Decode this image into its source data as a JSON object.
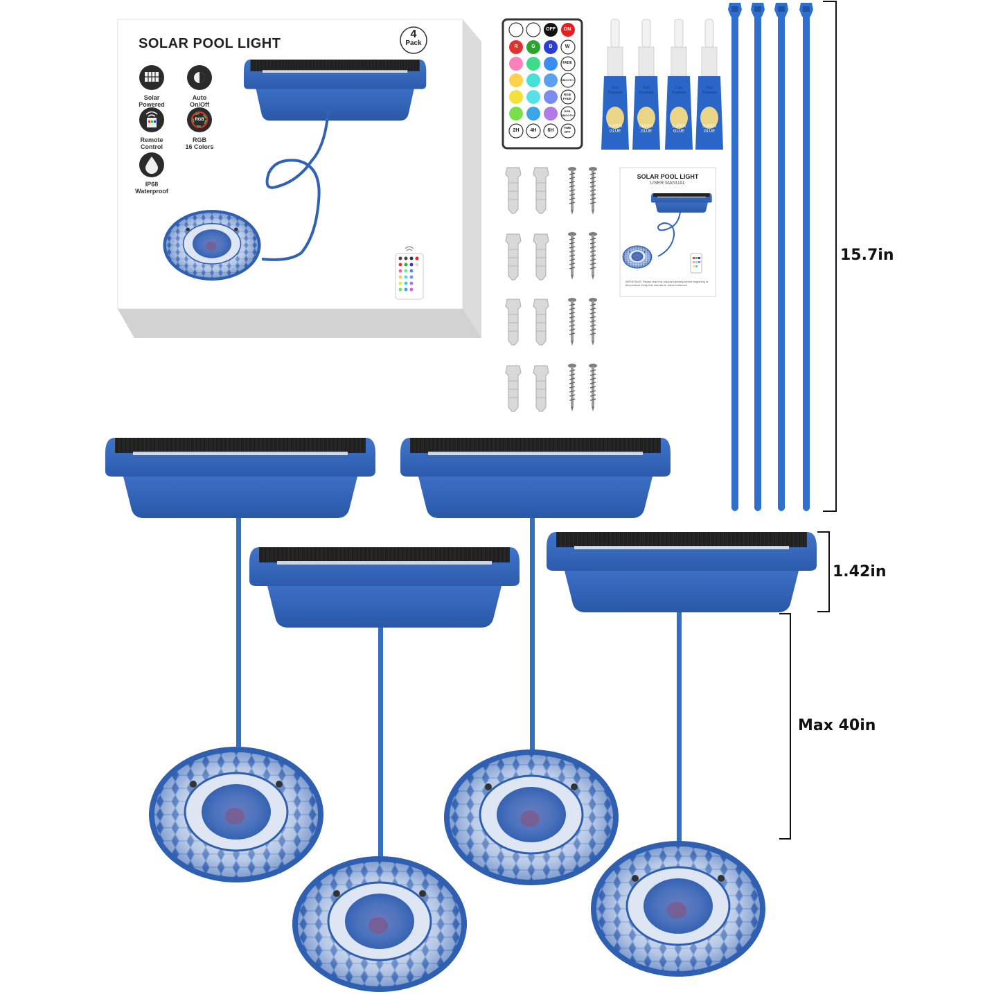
{
  "box": {
    "title": "SOLAR POOL LIGHT",
    "pack_number": "4",
    "pack_word": "Pack",
    "features": [
      {
        "icon": "solar-panel-icon",
        "label_line1": "Solar",
        "label_line2": "Powered"
      },
      {
        "icon": "auto-on-off-icon",
        "label_line1": "Auto",
        "label_line2": "On/Off"
      },
      {
        "icon": "remote-control-icon",
        "label_line1": "Remote",
        "label_line2": "Control"
      },
      {
        "icon": "rgb-icon",
        "label_line1": "RGB",
        "label_line2": "16 Colors"
      },
      {
        "icon": "water-drop-icon",
        "label_line1": "IP68",
        "label_line2": "Waterproof"
      }
    ],
    "rgb_badge": "RGB"
  },
  "remote": {
    "top_buttons": [
      "OFF",
      "ON"
    ],
    "color_letters": [
      "R",
      "G",
      "B",
      "W"
    ],
    "mode_buttons": [
      "FADE",
      "SMOOTH",
      "RGB FADE",
      "RGB SMOOTH"
    ],
    "timer_buttons": [
      "2H",
      "4H",
      "6H",
      "TIME OFF"
    ]
  },
  "glue": {
    "count": 4,
    "brand_line1": "Guo",
    "brand_line2": "Elephant",
    "product": "SUPER GLUE"
  },
  "manual": {
    "title": "SOLAR POOL LIGHT",
    "subtitle": "USER MANUAL",
    "note": "IMPORTANT: Please read this manual carefully before beginning of this product. Keep this manual for future reference."
  },
  "dimensions": {
    "tie_length": "15.7in",
    "panel_height": "1.42in",
    "cable_length": "Max 40in"
  },
  "colors": {
    "product_blue": "#2f62b5",
    "product_blue_dark": "#1e4a94",
    "cable_blue": "#3170c0",
    "tie_blue": "#2f6fd0",
    "solar_black": "#1b1b1b"
  }
}
